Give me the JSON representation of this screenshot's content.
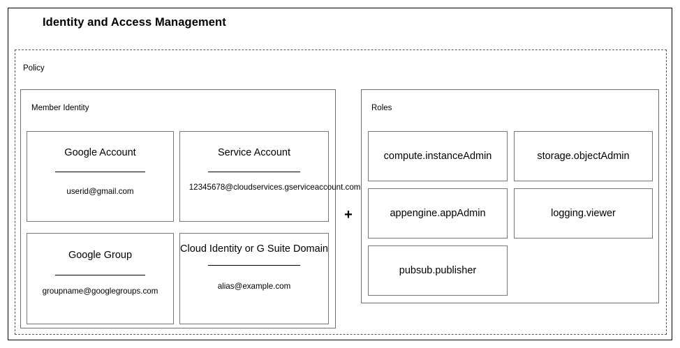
{
  "diagram": {
    "title": "Identity and Access Management",
    "policy": {
      "label": "Policy",
      "operator": "+",
      "member_identity": {
        "label": "Member Identity",
        "cards": [
          {
            "title": "Google Account",
            "value": "userid@gmail.com"
          },
          {
            "title": "Service Account",
            "value": "12345678@cloudservices.gserviceaccount.com"
          },
          {
            "title": "Google Group",
            "value": "groupname@googlegroups.com"
          },
          {
            "title": "Cloud Identity or G Suite Domain",
            "value": "alias@example.com"
          }
        ]
      },
      "roles": {
        "label": "Roles",
        "items": [
          "compute.instanceAdmin",
          "storage.objectAdmin",
          "appengine.appAdmin",
          "logging.viewer",
          "pubsub.publisher"
        ]
      }
    }
  },
  "colors": {
    "frame": "#000000",
    "dashed_border": "#555555",
    "panel_border": "#6f6f6f",
    "card_border": "#777777",
    "background": "#ffffff",
    "text": "#000000"
  }
}
